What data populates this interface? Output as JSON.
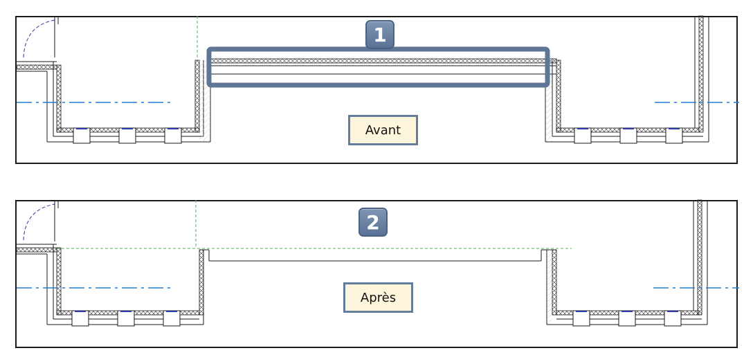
{
  "before": {
    "badge": "1",
    "label": "Avant"
  },
  "after": {
    "badge": "2",
    "label": "Après"
  },
  "colors": {
    "wall": "#1a1a1a",
    "hatch": "#555555",
    "axis": "#1e7fd6",
    "reference": "#4caf50",
    "highlight": "#5f7795",
    "badge": "#6a82a4",
    "label_bg": "#fdf6dc",
    "label_border": "#647d9c",
    "window_accent": "#2a3aa8"
  }
}
